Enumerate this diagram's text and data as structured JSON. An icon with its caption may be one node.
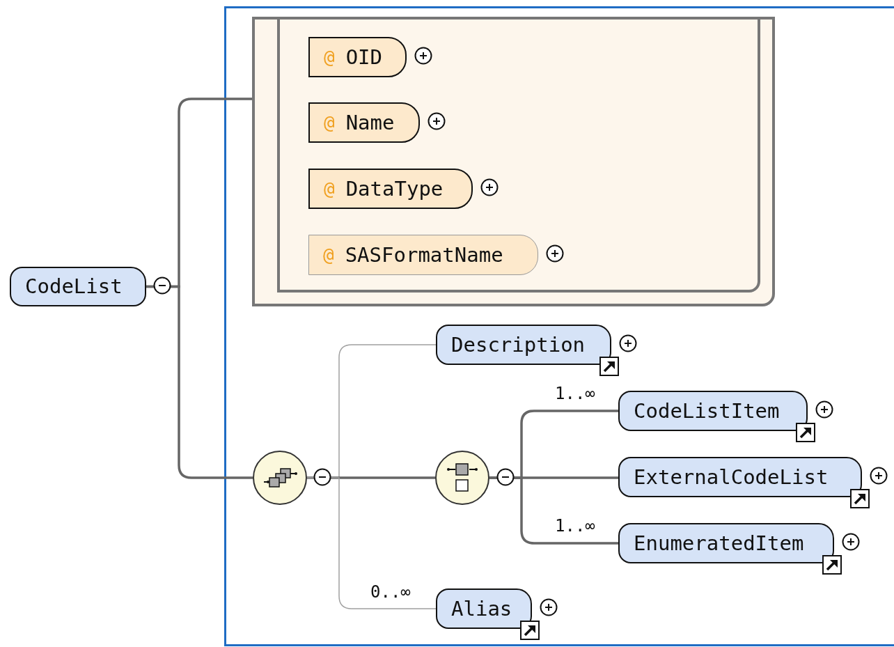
{
  "diagram": {
    "nodes": [
      {
        "text": [
          "CodeList"
        ]
      },
      {
        "text": [],
        "shape": "box"
      },
      {
        "text": [
          "@",
          "OID"
        ],
        "in": 1
      },
      {
        "text": [
          "@",
          "Name"
        ],
        "in": 1
      },
      {
        "text": [
          "@",
          "DataType"
        ],
        "in": 1
      },
      {
        "text": [
          "@",
          "SASFormatName"
        ],
        "in": 1
      },
      {
        "text": [],
        "shape": "circle"
      },
      {
        "text": [
          "Description"
        ]
      },
      {
        "text": [],
        "shape": "circle"
      },
      {
        "text": [
          "CodeListItem"
        ]
      },
      {
        "text": [
          "ExternalCodeList"
        ]
      },
      {
        "text": [
          "EnumeratedItem"
        ]
      },
      {
        "text": [
          "Alias"
        ]
      }
    ],
    "edges": [
      {
        "from": 0,
        "to": 1,
        "arrow": "none"
      },
      {
        "from": 0,
        "to": 6,
        "arrow": "none"
      },
      {
        "from": 6,
        "to": 7,
        "arrow": "none",
        "color": "#a0a0a0"
      },
      {
        "from": 6,
        "to": 8,
        "arrow": "none"
      },
      {
        "from": 6,
        "to": 12,
        "arrow": "none",
        "label": "0..∞",
        "color": "#a0a0a0"
      },
      {
        "from": 8,
        "to": 9,
        "arrow": "none",
        "label": "1..∞"
      },
      {
        "from": 8,
        "to": 10,
        "arrow": "none"
      },
      {
        "from": 8,
        "to": 11,
        "arrow": "none",
        "label": "1..∞"
      }
    ]
  }
}
